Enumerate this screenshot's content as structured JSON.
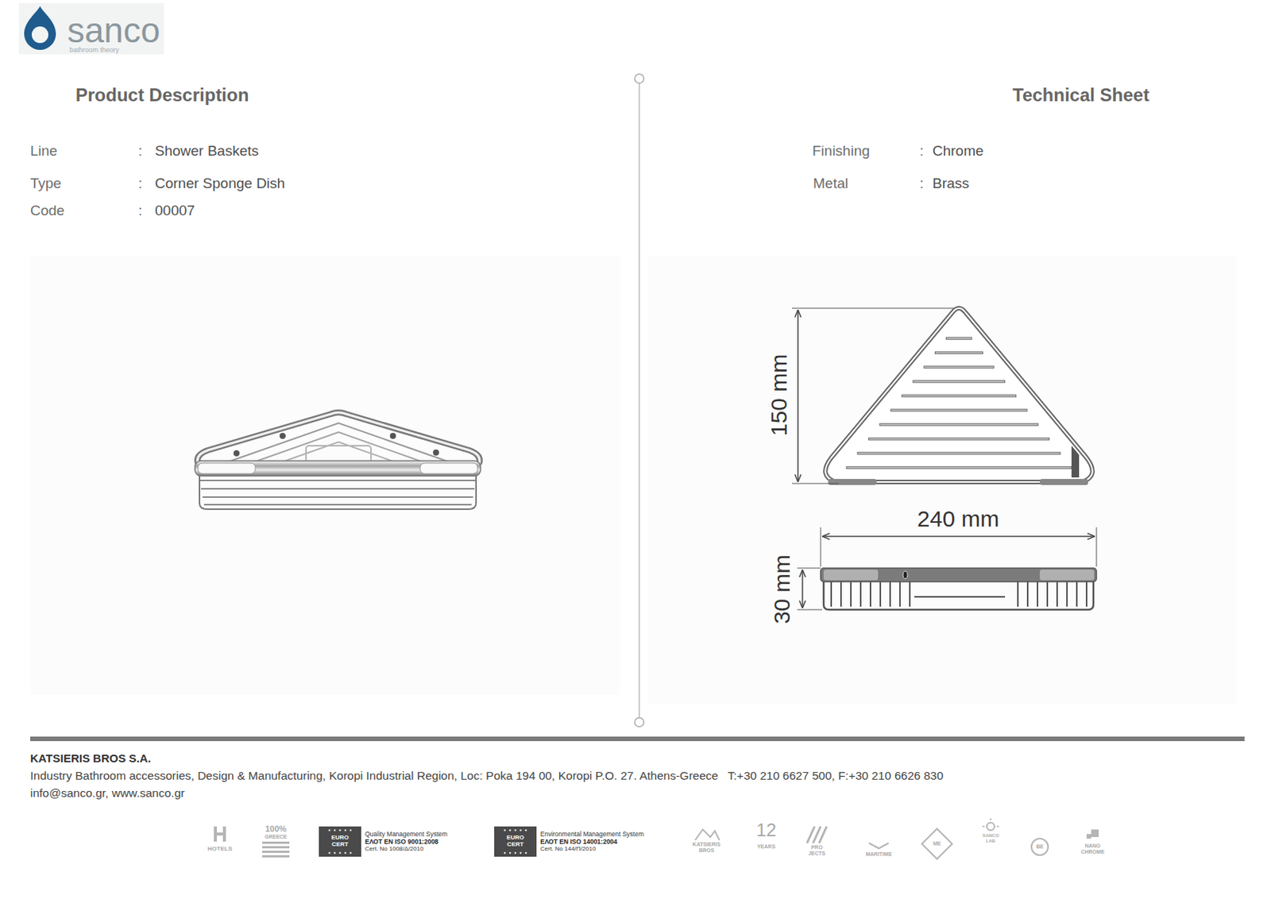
{
  "diagram": {
    "labels": [
      "sanco",
      "bathroom theory",
      "Product Description",
      "Technical Sheet",
      "Line",
      ":",
      "Shower Baskets",
      "Type",
      ":",
      "Corner Sponge Dish",
      "Code",
      ":",
      "00007",
      "Finishing",
      ":",
      "Chrome",
      "Metal",
      ":",
      "Brass",
      "150 mm",
      "240 mm",
      "30 mm",
      "KATSIERIS BROS S.A.",
      "Industry Bathroom accessories, Design & Manufacturing, Koropi Industrial Region, Loc: Poka 194 00, Koropi P.O. 27. Athens-Greece   T:+30 210 6627 500, F:+30 210 6626 830",
      "info@sanco.gr, www.sanco.gr",
      "HOTELS",
      "100%",
      "GREECE",
      "EURO CERT",
      "Quality Management System",
      "ΕΛΟΤ EN ISO 9001:2008",
      "Cert. No 1008/Δ/2010",
      "EURO CERT",
      "Environmental Management System",
      "ΕΛΟΤ EN ISO 14001:2004",
      "Cert. No 144/Π/2010",
      "KATSIERIS BROS",
      "12",
      "YEARS",
      "PRO JECTS",
      "MARITIME",
      "ME",
      "SANCO LAB",
      "BE",
      "NANO CHROME"
    ]
  }
}
